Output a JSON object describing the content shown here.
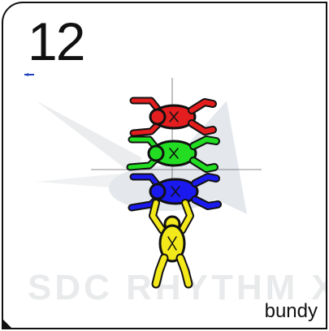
{
  "card": {
    "number": "12",
    "name": "bundy"
  },
  "watermark": {
    "text": "SDC RHYTHM XP",
    "color": "#c8ccd0"
  },
  "jumpers": [
    {
      "label": "red-jumper",
      "suit": "#e41e1e"
    },
    {
      "label": "green-jumper",
      "suit": "#22dd22"
    },
    {
      "label": "blue-jumper",
      "suit": "#1a1aee"
    },
    {
      "label": "yellow-jumper",
      "suit": "#f2e81a"
    }
  ],
  "colors": {
    "outline": "#111111",
    "crosshair": "#555555",
    "background": "#ffffff"
  }
}
